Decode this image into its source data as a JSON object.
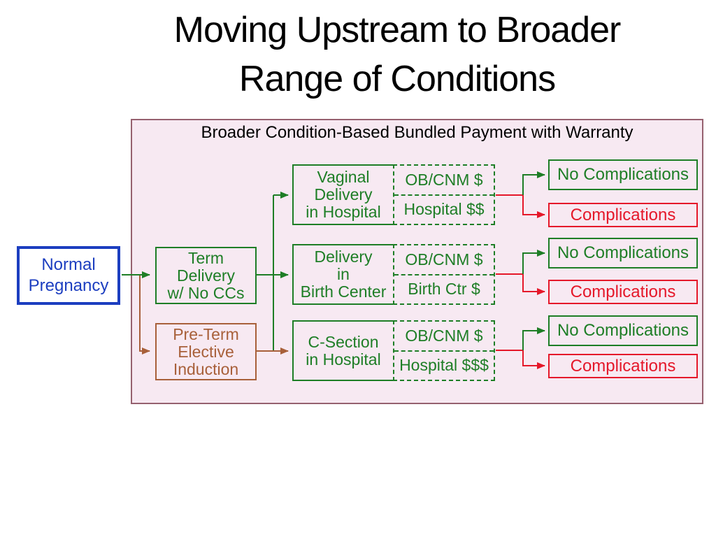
{
  "slide": {
    "title": "Moving Upstream to Broader\nRange of Conditions"
  },
  "diagram": {
    "header": "Broader Condition-Based Bundled Payment with Warranty",
    "start_box": {
      "label": "Normal\nPregnancy"
    },
    "branch_boxes": [
      {
        "label": "Term\nDelivery\nw/ No CCs"
      },
      {
        "label": "Pre-Term\nElective\nInduction"
      }
    ],
    "service_rows": [
      {
        "service": "Vaginal\nDelivery\nin Hospital",
        "clinician_payment": "OB/CNM $",
        "facility_payment": "Hospital $$",
        "outcome_good": "No Complications",
        "outcome_bad": "Complications"
      },
      {
        "service": "Delivery\nin\nBirth Center",
        "clinician_payment": "OB/CNM $",
        "facility_payment": "Birth Ctr $",
        "outcome_good": "No Complications",
        "outcome_bad": "Complications"
      },
      {
        "service": "C-Section\nin Hospital",
        "clinician_payment": "OB/CNM $",
        "facility_payment": "Hospital $$$",
        "outcome_good": "No Complications",
        "outcome_bad": "Complications"
      }
    ],
    "colors": {
      "green": "#1e7e26",
      "red": "#e5182a",
      "brown": "#a8603a",
      "blue": "#1c3ec0",
      "panel_background": "#f7e9f2",
      "panel_border": "#96616f"
    }
  }
}
